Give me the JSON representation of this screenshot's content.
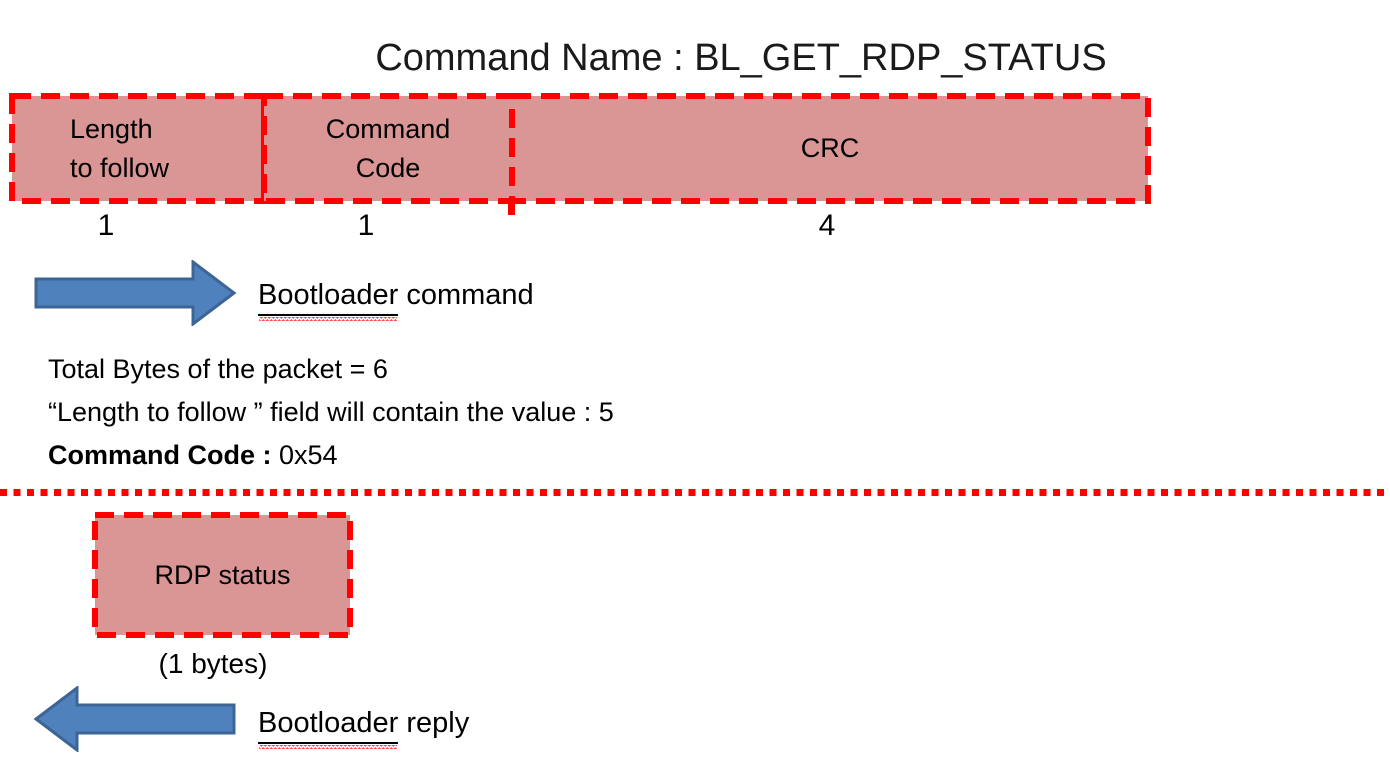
{
  "slide": {
    "title": "Command Name : BL_GET_RDP_STATUS"
  },
  "command_packet": {
    "fields": [
      {
        "line1": "Length",
        "line2": "to follow",
        "bytes": "1"
      },
      {
        "line1": "Command",
        "line2": "Code",
        "bytes": "1"
      },
      {
        "line1": "CRC",
        "bytes": "4"
      }
    ],
    "direction": {
      "underlined_word": "Bootloader",
      "rest": " command"
    },
    "notes": [
      {
        "text": "Total Bytes of the packet = 6"
      },
      {
        "text": "“Length to follow ” field will contain the value : 5"
      },
      {
        "bold": "Command Code :",
        "rest": " 0x54"
      }
    ]
  },
  "reply_packet": {
    "field_label": "RDP status",
    "size_caption": "(1 bytes)",
    "direction": {
      "underlined_word": "Bootloader",
      "rest": " reply"
    }
  },
  "colors": {
    "field_fill": "#d99694",
    "field_border": "#ff0000",
    "divider": "#ff0000",
    "arrow_fill": "#4f81bd",
    "arrow_border": "#3c6595",
    "text": "#000000",
    "squiggle": "#ff4c4c"
  }
}
